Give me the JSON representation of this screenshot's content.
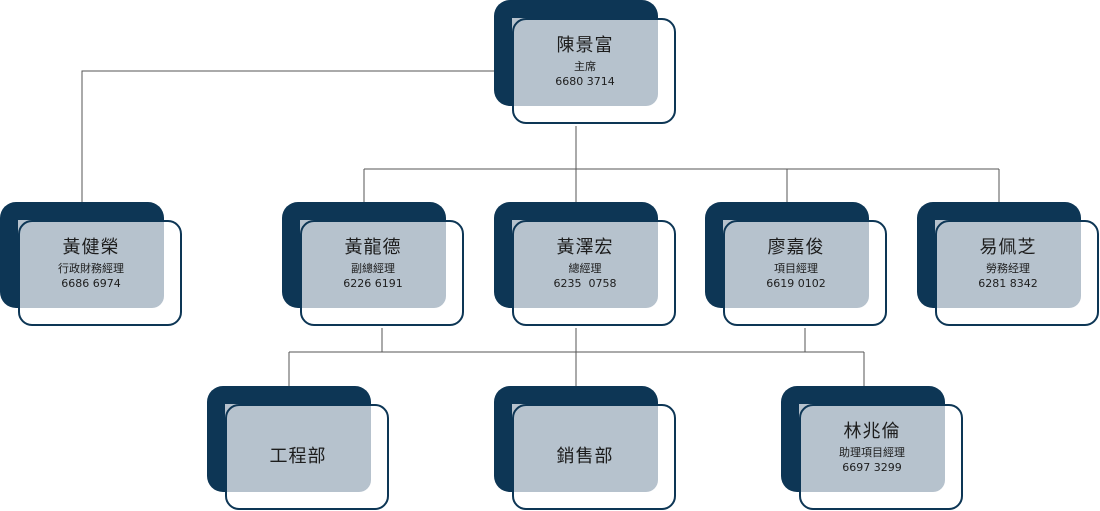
{
  "chairman": {
    "name": "陳景富",
    "title": "主席",
    "phone": "6680 3714"
  },
  "admin": {
    "name": "黃健榮",
    "title": "行政財務經理",
    "phone": "6686 6974"
  },
  "deputy_gm": {
    "name": "黃龍德",
    "title": "副總經理",
    "phone": "6226 6191"
  },
  "gm": {
    "name": "黃澤宏",
    "title": "總經理",
    "phone": "6235  0758"
  },
  "project_mgr": {
    "name": "廖嘉俊",
    "title": "項目經理",
    "phone": "6619 0102"
  },
  "labour_mgr": {
    "name": "易佩芝",
    "title": "勞務经理",
    "phone": "6281 8342"
  },
  "engineering": {
    "name": "工程部"
  },
  "sales": {
    "name": "銷售部"
  },
  "asst_project_mgr": {
    "name": "林兆倫",
    "title": "助理項目經理",
    "phone": "6697 3299"
  },
  "colors": {
    "dark": "#0d3655",
    "light": "#b6c2cd",
    "line": "#555555"
  }
}
